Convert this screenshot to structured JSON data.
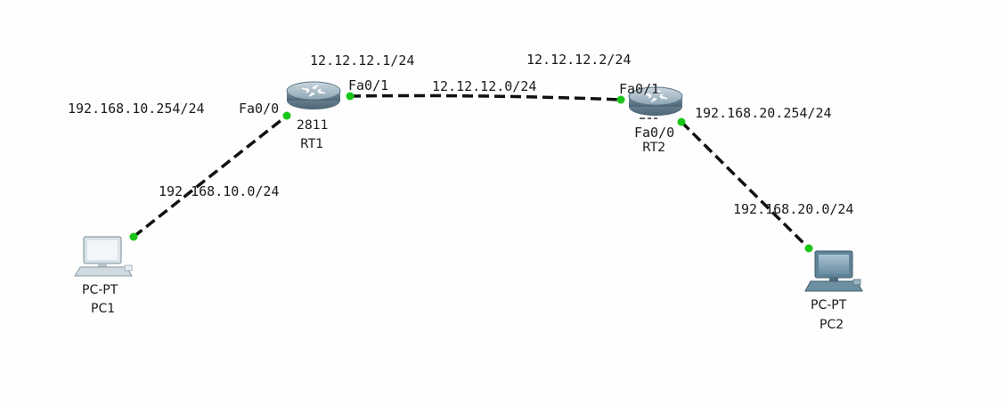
{
  "devices": {
    "rt1": {
      "model": "2811",
      "name": "RT1"
    },
    "rt2": {
      "name": "RT2"
    },
    "pc1": {
      "model": "PC-PT",
      "name": "PC1"
    },
    "pc2": {
      "model": "PC-PT",
      "name": "PC2"
    }
  },
  "interfaces": {
    "rt1_fa00": "Fa0/0",
    "rt1_fa01": "Fa0/1",
    "rt2_fa01": "Fa0/1",
    "rt2_fa00": "Fa0/0"
  },
  "addresses": {
    "rt1_wan_ip": "12.12.12.1/24",
    "rt2_wan_ip": "12.12.12.2/24",
    "wan_network": "12.12.12.0/24",
    "rt1_lan_ip": "192.168.10.254/24",
    "lan1_network": "192.168.10.0/24",
    "rt2_lan_ip": "192.168.20.254/24",
    "lan2_network": "192.168.20.0/24"
  },
  "colors": {
    "link": "#111111",
    "port_up": "#19c519",
    "router_body": "#7f98a6",
    "pc_screen": "#7f9fb0"
  }
}
